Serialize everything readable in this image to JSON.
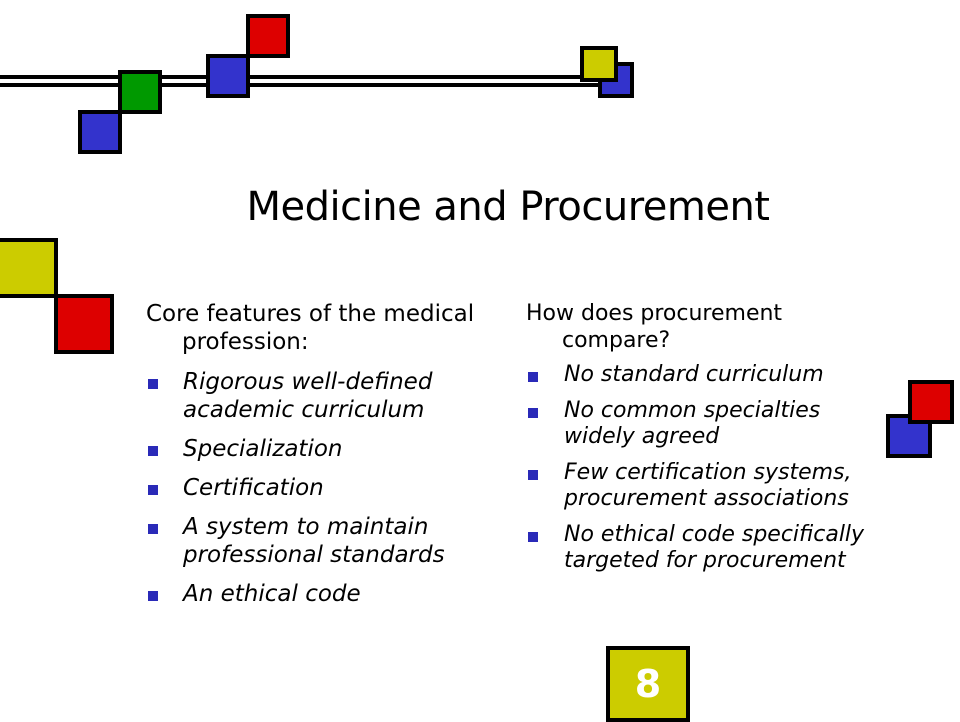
{
  "slide": {
    "title": "Medicine and Procurement",
    "page_number": "8"
  },
  "left_column": {
    "intro": "Core features of the medical profession:",
    "items": [
      "Rigorous well-defined academic curriculum",
      "Specialization",
      "Certification",
      "A system to maintain professional standards",
      "An ethical code"
    ]
  },
  "right_column": {
    "intro": "How does procurement compare?",
    "items": [
      "No standard curriculum",
      "No common specialties widely agreed",
      "Few certification systems, procurement associations",
      "No ethical code specifically targeted for procurement"
    ]
  },
  "colors": {
    "red": "#dd0000",
    "blue": "#3333cc",
    "green": "#009900",
    "yellow": "#cccc00",
    "bullet": "#2a2ab8"
  }
}
